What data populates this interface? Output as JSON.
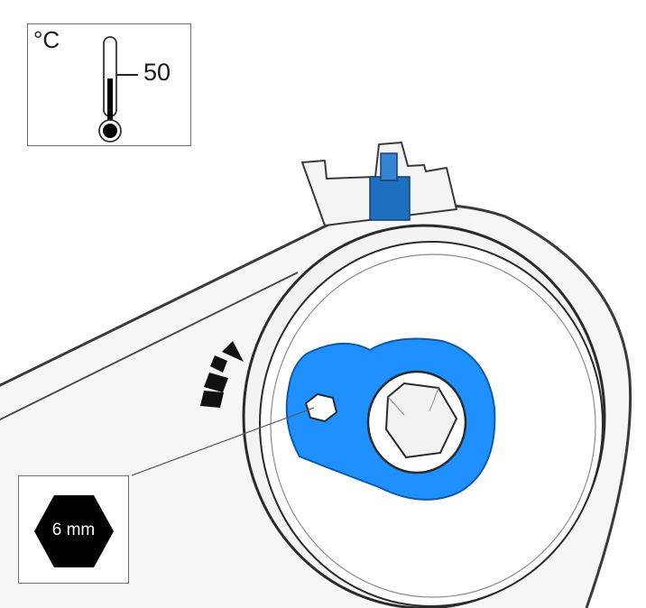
{
  "temperature": {
    "unit": "°C",
    "value": "50"
  },
  "tool": {
    "size": "6 mm"
  },
  "colors": {
    "highlight": "#1e90ff",
    "component_blue": "#1f6fbf",
    "outline": "#2a2a2a"
  }
}
